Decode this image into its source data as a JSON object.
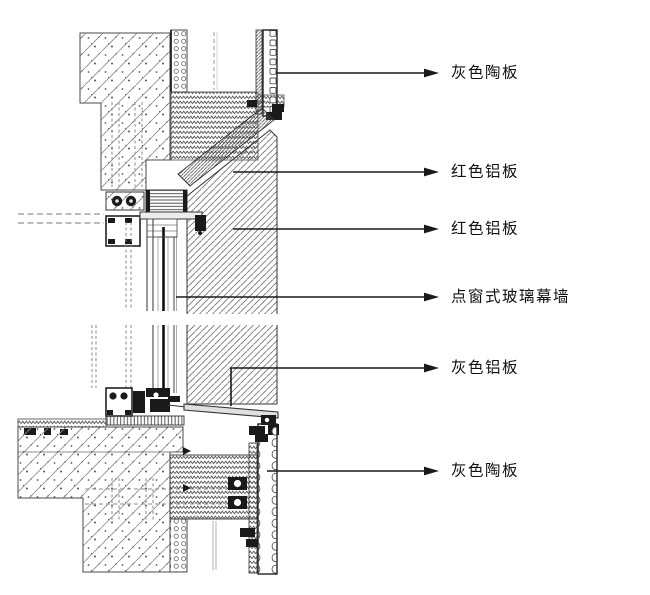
{
  "figure": {
    "annotations": [
      {
        "label": "灰色陶板"
      },
      {
        "label": "红色铝板"
      },
      {
        "label": "红色铝板"
      },
      {
        "label": "点窗式玻璃幕墙"
      },
      {
        "label": "灰色铝板"
      },
      {
        "label": "灰色陶板"
      }
    ],
    "colors": {
      "ink": "#1a1a1a",
      "hatch": "#707070",
      "background": "#ffffff"
    }
  }
}
